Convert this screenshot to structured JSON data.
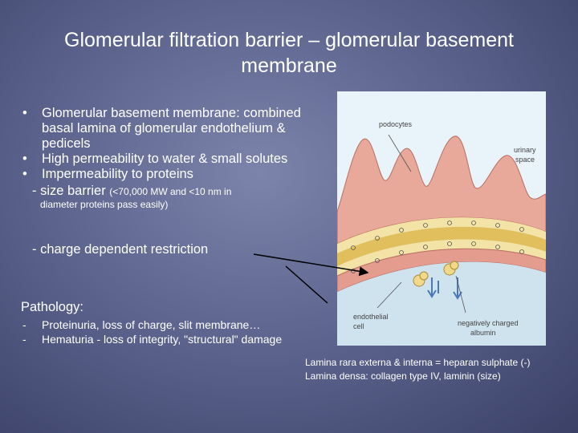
{
  "title": "Glomerular filtration barrier – glomerular basement membrane",
  "bullets": {
    "b1": "Glomerular basement membrane: combined basal lamina of glomerular endothelium & pedicels",
    "b2": "High permeability to water & small solutes",
    "b3": "Impermeability to proteins",
    "size_barrier": "- size barrier",
    "size_detail_1": "(<70,000 MW and <10 nm in",
    "size_detail_2": "diameter proteins pass easily)",
    "charge": "- charge dependent restriction"
  },
  "pathology": {
    "heading": "Pathology:",
    "items": [
      "Proteinuria, loss of charge, slit membrane…",
      "Hematuria - loss of integrity, \"structural\" damage"
    ]
  },
  "figure": {
    "labels": {
      "podocytes": "podocytes",
      "urinary_space_1": "urinary",
      "urinary_space_2": "space",
      "endothelial_1": "endothelial",
      "endothelial_2": "cell",
      "albumin_1": "negatively charged",
      "albumin_2": "albumin"
    }
  },
  "caption": {
    "line1": "Lamina rara externa & interna = heparan sulphate (-)",
    "line2": "Lamina densa: collagen type IV, laminin (size)"
  }
}
